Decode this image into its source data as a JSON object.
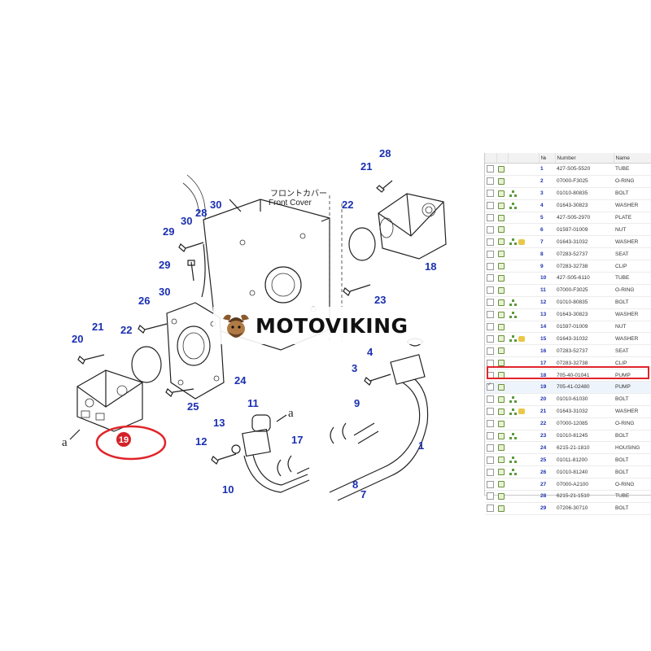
{
  "diagram": {
    "front_cover_jp": "フロントカバー",
    "front_cover_en": "Front Cover",
    "ref_mark": "a",
    "highlighted_callout": "19",
    "callouts": [
      "30",
      "28",
      "29",
      "30",
      "29",
      "30",
      "26",
      "22",
      "21",
      "20",
      "24",
      "25",
      "22",
      "23",
      "18",
      "21",
      "28",
      "4",
      "3",
      "9",
      "11",
      "13",
      "12",
      "17",
      "10",
      "1",
      "8",
      "7"
    ]
  },
  "banner": {
    "brand": "MOTOVIKING",
    "logo_icon": "viking-helmet-logo-icon"
  },
  "colors": {
    "callout": "#1a2fb0",
    "highlight": "#e0242a"
  },
  "parts_table": {
    "columns": [
      "",
      "",
      "",
      "Number",
      "Name"
    ],
    "selected_no": "19",
    "rows": [
      {
        "no": "1",
        "number": "427-S05-5520",
        "name": "TUBE",
        "tree": false,
        "note": false
      },
      {
        "no": "2",
        "number": "07000-F3025",
        "name": "O-RING",
        "tree": false,
        "note": false
      },
      {
        "no": "3",
        "number": "01010-80835",
        "name": "BOLT",
        "tree": true,
        "note": false
      },
      {
        "no": "4",
        "number": "01643-30823",
        "name": "WASHER",
        "tree": true,
        "note": false
      },
      {
        "no": "5",
        "number": "427-S05-2970",
        "name": "PLATE",
        "tree": false,
        "note": false
      },
      {
        "no": "6",
        "number": "01597-01009",
        "name": "NUT",
        "tree": false,
        "note": false
      },
      {
        "no": "7",
        "number": "01643-31032",
        "name": "WASHER",
        "tree": true,
        "note": true
      },
      {
        "no": "8",
        "number": "07283-52737",
        "name": "SEAT",
        "tree": false,
        "note": false
      },
      {
        "no": "9",
        "number": "07283-32738",
        "name": "CLIP",
        "tree": false,
        "note": false
      },
      {
        "no": "10",
        "number": "427-S05-6110",
        "name": "TUBE",
        "tree": false,
        "note": false
      },
      {
        "no": "11",
        "number": "07000-F3025",
        "name": "O-RING",
        "tree": false,
        "note": false
      },
      {
        "no": "12",
        "number": "01010-80835",
        "name": "BOLT",
        "tree": true,
        "note": false
      },
      {
        "no": "13",
        "number": "01643-30823",
        "name": "WASHER",
        "tree": true,
        "note": false
      },
      {
        "no": "14",
        "number": "01597-01009",
        "name": "NUT",
        "tree": false,
        "note": false
      },
      {
        "no": "15",
        "number": "01643-31032",
        "name": "WASHER",
        "tree": true,
        "note": true
      },
      {
        "no": "16",
        "number": "07283-52737",
        "name": "SEAT",
        "tree": false,
        "note": false
      },
      {
        "no": "17",
        "number": "07283-32738",
        "name": "CLIP",
        "tree": false,
        "note": false
      },
      {
        "no": "18",
        "number": "705-40-01041",
        "name": "PUMP",
        "tree": false,
        "note": false
      },
      {
        "no": "19",
        "number": "705-41-02480",
        "name": "PUMP",
        "tree": false,
        "note": false
      },
      {
        "no": "20",
        "number": "01010-61030",
        "name": "BOLT",
        "tree": true,
        "note": false
      },
      {
        "no": "21",
        "number": "01643-31032",
        "name": "WASHER",
        "tree": true,
        "note": true
      },
      {
        "no": "22",
        "number": "07000-12085",
        "name": "O-RING",
        "tree": false,
        "note": false
      },
      {
        "no": "23",
        "number": "01010-81245",
        "name": "BOLT",
        "tree": true,
        "note": false
      },
      {
        "no": "24",
        "number": "6215-21-1810",
        "name": "HOUSING",
        "tree": false,
        "note": false
      },
      {
        "no": "25",
        "number": "01011-81200",
        "name": "BOLT",
        "tree": true,
        "note": false
      },
      {
        "no": "26",
        "number": "01010-81240",
        "name": "BOLT",
        "tree": true,
        "note": false
      },
      {
        "no": "27",
        "number": "07000-A2100",
        "name": "O-RING",
        "tree": false,
        "note": false
      },
      {
        "no": "28",
        "number": "6215-21-1510",
        "name": "TUBE",
        "tree": false,
        "note": false
      },
      {
        "no": "29",
        "number": "07206-30710",
        "name": "BOLT",
        "tree": false,
        "note": false
      }
    ]
  }
}
